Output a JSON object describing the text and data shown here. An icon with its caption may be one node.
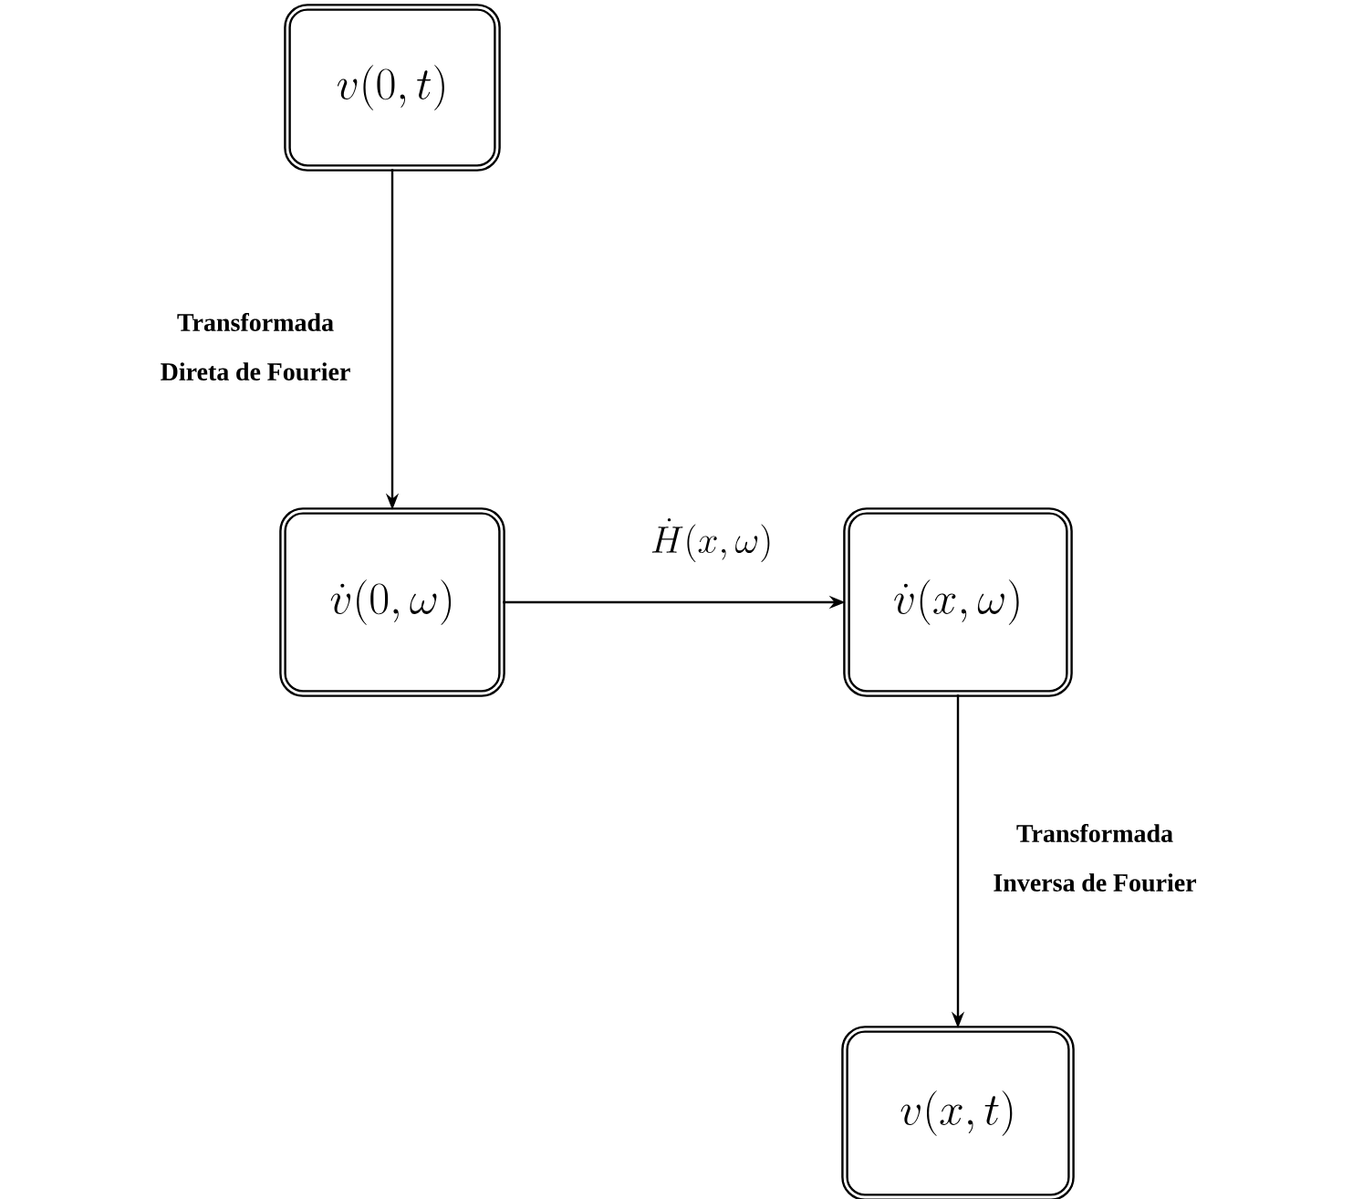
{
  "diagram": {
    "nodes": [
      {
        "text": [
          "v(0,t)"
        ]
      },
      {
        "text": [
          "\\dot{v}(0,\\omega)"
        ]
      },
      {
        "text": [
          "\\dot{v}(x,\\omega)"
        ]
      },
      {
        "text": [
          "v(x,t)"
        ]
      }
    ],
    "edges": [
      {
        "from": 0,
        "to": 1,
        "arrow": "to",
        "label": "Transformada Direta de Fourier"
      },
      {
        "from": 1,
        "to": 2,
        "arrow": "to",
        "label": "\\dot{H}(x,\\omega)"
      },
      {
        "from": 2,
        "to": 3,
        "arrow": "to",
        "label": "Transformada Inversa de Fourier"
      }
    ]
  }
}
